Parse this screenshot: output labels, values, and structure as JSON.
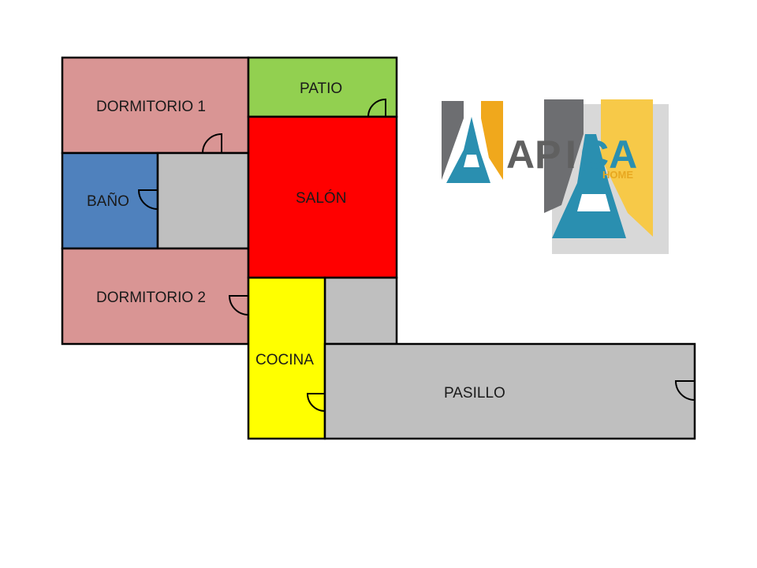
{
  "colors": {
    "dormitorio": "#d99594",
    "bano": "#4f81bd",
    "patio": "#92d050",
    "salon": "#ff0000",
    "cocina": "#ffff00",
    "pasillo": "#bfbfbf",
    "logo_gray": "#6d6e71",
    "logo_yellow": "#f0a81c",
    "logo_teal": "#2a8fb0"
  },
  "rooms": {
    "dormitorio_1": "DORMITORIO 1",
    "bano": "BAÑO",
    "dormitorio_2": "DORMITORIO 2",
    "patio": "PATIO",
    "salon": "SALÓN",
    "cocina": "COCINA",
    "pasillo": "PASILLO"
  },
  "logo": {
    "word_a": "AP",
    "word_b": "I",
    "word_c": "CA",
    "sub": "HOME"
  }
}
